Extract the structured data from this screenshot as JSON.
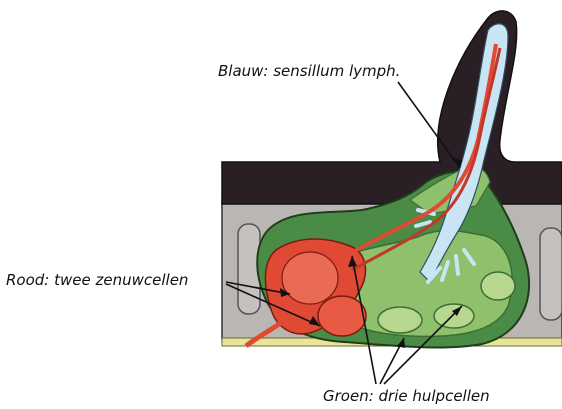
{
  "labels": {
    "blue": "Blauw: sensillum lymph.",
    "red": "Rood: twee zenuwcellen",
    "green": "Groen: drie hulpcellen"
  },
  "colors": {
    "cuticle": "#2a1f24",
    "epidermis": "#b9b6b4",
    "support_cell_dark": "#4a8c45",
    "support_cell_light": "#8fc06c",
    "lymph": "#c9e4f2",
    "neuron": "#e04a35",
    "basal": "#e8e49a"
  }
}
